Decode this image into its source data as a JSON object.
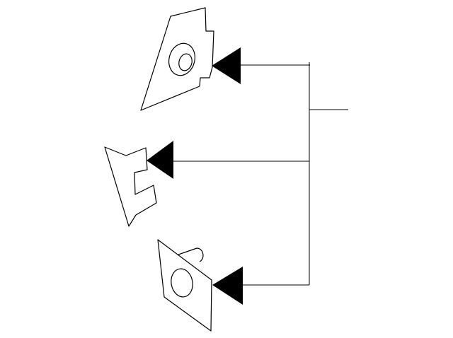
{
  "diagram": {
    "type": "parts-exploded-view",
    "background": "#ffffff",
    "stroke_color": "#000000",
    "arrow_fill": "#000000",
    "parts": [
      {
        "name": "upper-bracket-with-round-hole"
      },
      {
        "name": "middle-hook-bracket"
      },
      {
        "name": "lower-bracket-with-round-hole-and-tab"
      }
    ],
    "leader_lines": [
      {
        "target": "upper-bracket-with-round-hole"
      },
      {
        "target": "middle-hook-bracket"
      },
      {
        "target": "lower-bracket-with-round-hole-and-tab"
      }
    ],
    "callout_labels": []
  }
}
